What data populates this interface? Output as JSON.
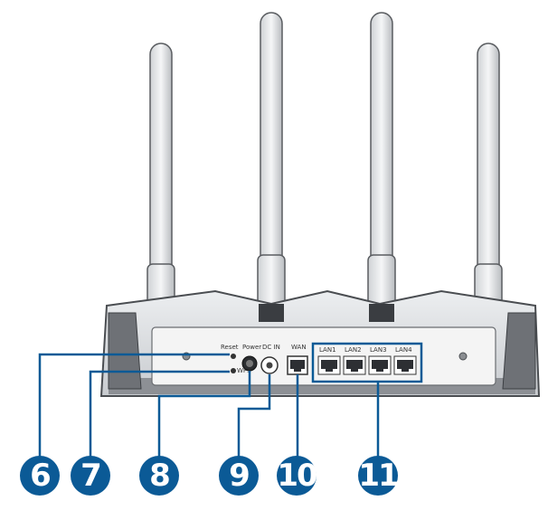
{
  "figure": {
    "accent_color": "#0b5a96",
    "body_color": "#d9dbde",
    "panel_color": "#f4f4f4",
    "port_labels": {
      "reset": "Reset",
      "wps": "WPS",
      "power": "Power",
      "dc_in": "DC IN",
      "wan": "WAN",
      "lan1": "LAN1",
      "lan2": "LAN2",
      "lan3": "LAN3",
      "lan4": "LAN4"
    },
    "callouts": [
      {
        "number": "6",
        "target": "reset-button"
      },
      {
        "number": "7",
        "target": "wps-button"
      },
      {
        "number": "8",
        "target": "power-button"
      },
      {
        "number": "9",
        "target": "dc-in-port"
      },
      {
        "number": "10",
        "target": "wan-port"
      },
      {
        "number": "11",
        "target": "lan-ports"
      }
    ],
    "antennas": [
      {
        "name": "antenna-1"
      },
      {
        "name": "antenna-2"
      },
      {
        "name": "antenna-3"
      },
      {
        "name": "antenna-4"
      }
    ]
  }
}
